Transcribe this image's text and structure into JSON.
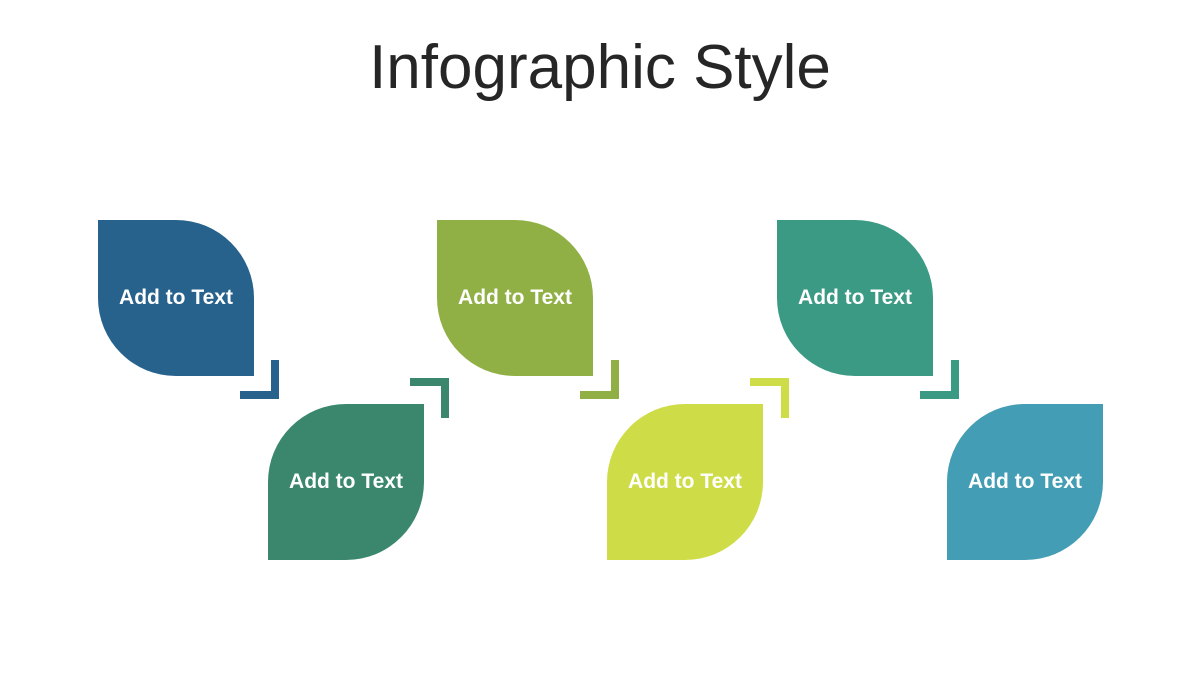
{
  "title": "Infographic Style",
  "steps": [
    {
      "label": "Add to Text",
      "color": "#26628C"
    },
    {
      "label": "Add to Text",
      "color": "#3A876D"
    },
    {
      "label": "Add to Text",
      "color": "#90B045"
    },
    {
      "label": "Add to Text",
      "color": "#CEDD47"
    },
    {
      "label": "Add to Text",
      "color": "#3A9A84"
    },
    {
      "label": "Add to Text",
      "color": "#439DB4"
    }
  ]
}
